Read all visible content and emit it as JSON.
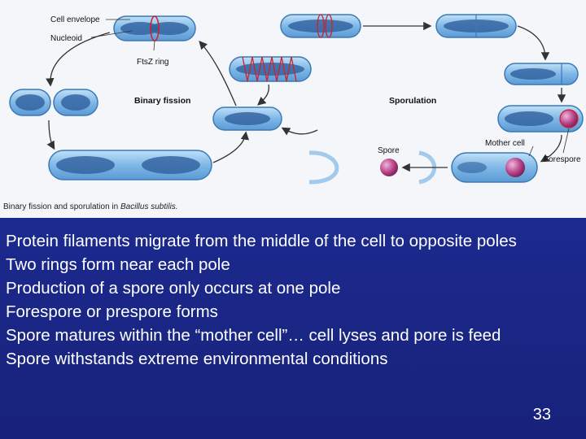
{
  "figure": {
    "labels": {
      "cell_envelope": "Cell envelope",
      "nucleoid": "Nucleoid",
      "ftsz_ring": "FtsZ ring",
      "binary_fission": "Binary fission",
      "sporulation": "Sporulation",
      "spore": "Spore",
      "mother_cell": "Mother cell",
      "forespore": "Forespore"
    },
    "caption_prefix": "Binary fission and sporulation in ",
    "caption_species": "Bacillus subtilis.",
    "colors": {
      "cell_fill": "#7fb8e6",
      "cell_stroke": "#3a79b8",
      "nucleoid": "#3a6fb0",
      "ring": "#d0202a",
      "spore": "#a8327a",
      "arrow": "#333333"
    }
  },
  "slide": {
    "lines": [
      "Protein filaments migrate from the middle of the cell to opposite poles",
      "Two rings form near each pole",
      "Production of a spore only occurs at one pole",
      "Forespore or prespore forms",
      "Spore matures within the “mother cell”… cell lyses and pore is feed",
      "Spore withstands extreme environmental conditions"
    ],
    "page_number": "33",
    "background": "#1a237e"
  }
}
